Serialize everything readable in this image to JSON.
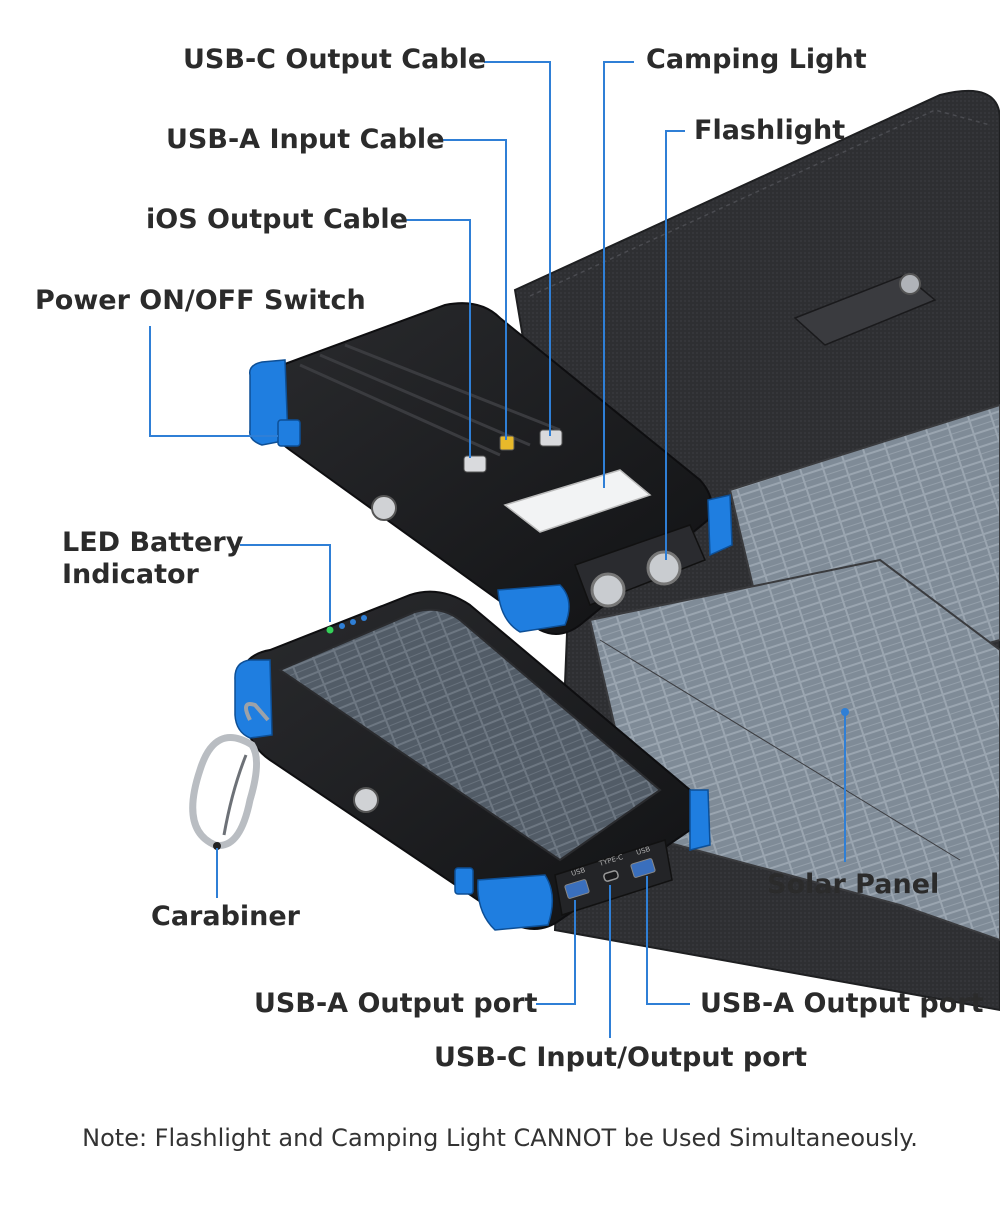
{
  "colors": {
    "accent": "#2f7fd6",
    "leader": "#2f7fd6",
    "body_black": "#1b1c1e",
    "bumper_blue": "#1f7ee0",
    "solar_cell": "#8b97a3",
    "fabric": "#2f3033",
    "label_text": "#2b2b2b"
  },
  "labels": {
    "usb_c_output_cable": "USB-C Output Cable",
    "usb_a_input_cable": "USB-A Input Cable",
    "ios_output_cable": "iOS Output Cable",
    "power_switch": "Power ON/OFF Switch",
    "camping_light": "Camping Light",
    "flashlight": "Flashlight",
    "led_battery_line1": "LED Battery",
    "led_battery_line2": "Indicator",
    "solar_panel": "Solar Panel",
    "carabiner": "Carabiner",
    "usb_a_output_left": "USB-A Output port",
    "usb_a_output_right": "USB-A Output port",
    "usb_c_io": "USB-C Input/Output port"
  },
  "port_labels": {
    "usb_left": "USB",
    "type_c": "TYPE-C",
    "usb_right": "USB"
  },
  "note": "Note: Flashlight and Camping Light CANNOT be Used Simultaneously."
}
